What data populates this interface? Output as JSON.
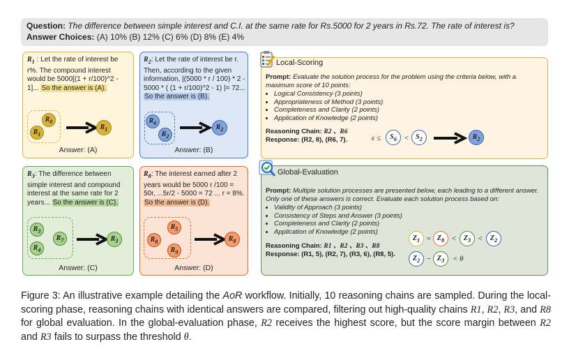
{
  "question": {
    "label": "Question:",
    "text": "The difference between simple interest and C.I. at the same rate for Rs.5000 for 2 years in Rs.72. The rate of interest is?",
    "choices_label": "Answer Choices:",
    "choices": "(A) 10% (B) 12% (C) 6% (D) 8% (E) 4%"
  },
  "panels": {
    "r1": {
      "name": "R",
      "sub": "1",
      "text": " : Let the rate of interest be r%. The compound interest would be 5000[(1 + r/100)^2 - 1]...",
      "hl": "So the answer is (A).",
      "answer": "Answer: (A)",
      "nodes": [
        "R0",
        "R1"
      ],
      "out": "R1"
    },
    "r2": {
      "name": "R",
      "sub": "2",
      "text": ": Let the rate of interest be r. Then, according to the given information, |(5000 * r / 100) * 2 - 5000 * ( (1 + r/100)^2 - 1) |= 72...",
      "hl": "So the answer is (B).",
      "answer": "Answer: (B)",
      "nodes": [
        "R6",
        "R2"
      ],
      "out": "R2"
    },
    "r3": {
      "name": "R",
      "sub": "3",
      "text": ": The difference between simple interest and compound interest at the same rate for 2 years...",
      "hl": "So the answer is (C).",
      "answer": "Answer: (C)",
      "nodes": [
        "R3",
        "R4",
        "R7"
      ],
      "out": "R3"
    },
    "r8": {
      "name": "R",
      "sub": "8",
      "text": ": The interest earned after 2 years would be 5000 r /100 = 50r, ...5r/2 - 5000 = 72 ... r = 8%.",
      "hl": "So the answer is (D).",
      "answer": "Answer: (D)",
      "nodes": [
        "R5",
        "R8",
        "R9"
      ],
      "out": "R8"
    }
  },
  "local": {
    "title": "Local-Scoring",
    "prompt_label": "Prompt:",
    "prompt": "Evaluate the solution process for the problem using the criteria below, with a maximum score of 10 points:",
    "criteria": [
      "Logical Consistency (3 points)",
      "Appropriateness of Method (3 points)",
      "Completeness and Clarity (2 points)",
      "Application of Knowledge (2 points)"
    ],
    "chain_label": "Reasoning Chain:",
    "chain": "R2 、R6",
    "response_label": "Response:",
    "response": "(R2, 8), (R6, 7).",
    "formula": {
      "eps": "ε ≤",
      "a": "S6",
      "lt": "<",
      "b": "S2",
      "out": "R2"
    }
  },
  "global": {
    "title": "Global-Evaluation",
    "prompt_label": "Prompt:",
    "prompt": "Multiple solution processes are presented below, each leading to a different answer. Only one of these answers is correct. Evaluate each solution process based on:",
    "criteria": [
      "Validity of Approach (3 points)",
      "Consistency of Steps and Answer (3 points)",
      "Completeness and Clarity (2 points)",
      "Application of Knowledge (2 points)"
    ],
    "chain_label": "Reasoning Chain:",
    "chain": "R1 、R2 、R3 、R8",
    "response_label": "Response:",
    "response": "(R1, 5), (R2, 7), (R3, 6), (R8, 5).",
    "formula1": {
      "a": "Z1",
      "eq": "=",
      "b": "Z8",
      "lt1": "<",
      "c": "Z3",
      "lt2": "<",
      "d": "Z2"
    },
    "formula2": {
      "a": "Z2",
      "minus": "−",
      "b": "Z3",
      "rest": "< θ"
    }
  },
  "caption": {
    "p1": "Figure 3: An illustrative example detailing the ",
    "aor": "AoR",
    "p2": " workflow. Initially, 10 reasoning chains are sampled. During the local-scoring phase, reasoning chains with identical answers are compared, filtering out high-quality chains ",
    "r1": "R1",
    "c1": ", ",
    "r2": "R2",
    "c2": ", ",
    "r3": "R3",
    "c3": ", and ",
    "r8": "R8",
    "p3": " for global evaluation. In the global-evaluation phase, ",
    "r2b": "R2",
    "p4": " receives the highest score, but the score margin between ",
    "r2c": "R2",
    "p5": " and ",
    "r3b": "R3",
    "p6": " fails to surpass the threshold ",
    "theta": "θ",
    "p7": "."
  },
  "colors": {
    "yellow_bg": "#fdf6dd",
    "yellow_border": "#d6b444",
    "blue_bg": "#dde8f7",
    "blue_border": "#4a78c4",
    "green_bg": "#e2eed9",
    "green_border": "#6aa84f",
    "orange_bg": "#fbe3d6",
    "orange_border": "#e06c2c",
    "gray_green_bg": "#dfe6d9"
  }
}
